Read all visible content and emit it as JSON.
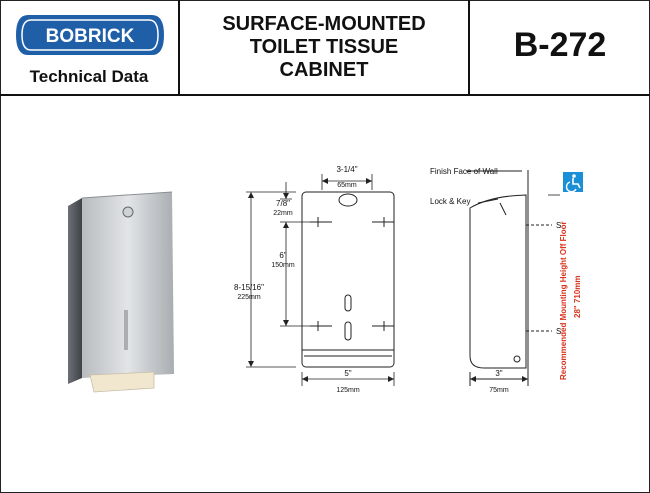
{
  "header": {
    "logo_text": "BOBRICK",
    "subtitle": "Technical Data",
    "title_lines": [
      "SURFACE-MOUNTED",
      "TOILET TISSUE",
      "CABINET"
    ],
    "model": "B-272"
  },
  "front_view": {
    "top_width_in": "3-1/4\"",
    "top_width_mm": "65mm",
    "top_offset_in": "7/8\"",
    "top_offset_mm": "22mm",
    "spacing_in": "6\"",
    "spacing_mm": "150mm",
    "height_in": "8-15/16\"",
    "height_mm": "225mm",
    "width_in": "5\"",
    "width_mm": "125mm"
  },
  "side_view": {
    "wall_label": "Finish Face of Wall",
    "lock_label": "Lock & Key",
    "screw_label": "S",
    "depth_in": "3\"",
    "depth_mm": "75mm",
    "mount_label": "Recommended Mounting Height Off Floor",
    "mount_value": "28\"   710mm"
  },
  "colors": {
    "brand": "#1f5fa8",
    "accent_red": "#d9341e",
    "ada_blue": "#1b8fd6"
  }
}
